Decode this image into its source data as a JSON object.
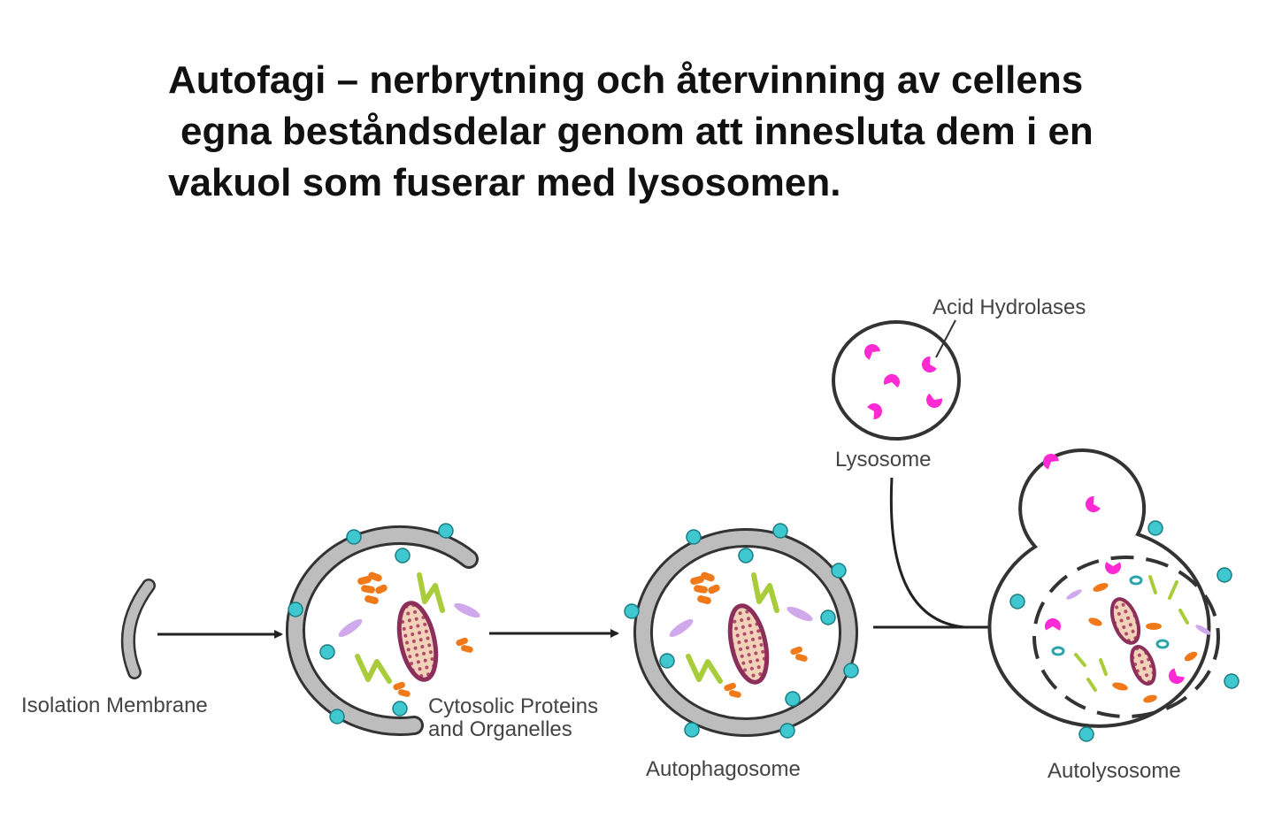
{
  "heading": {
    "line1": "Autofagi – nerbrytning och återvinning av cellens",
    "line2": "egna beståndsdelar genom att innesluta dem i en",
    "line3": "vakuol som fuserar med lysosomen."
  },
  "labels": {
    "isolation_membrane": "Isolation Membrane",
    "cytosolic_line1": "Cytosolic Proteins",
    "cytosolic_line2": "and Organelles",
    "autophagosome": "Autophagosome",
    "acid_hydrolases": "Acid Hydrolases",
    "lysosome": "Lysosome",
    "autolysosome": "Autolysosome"
  },
  "colors": {
    "membrane": "#bdbdbd",
    "outline": "#333333",
    "receptor": "#40c8d0",
    "hydrolase": "#ff2ad4",
    "protein_orange": "#f07a1a",
    "protein_green": "#a8cc3a",
    "vesicle_lavender": "#d0a8ec",
    "mitochondrion": "#8c2f5a"
  }
}
